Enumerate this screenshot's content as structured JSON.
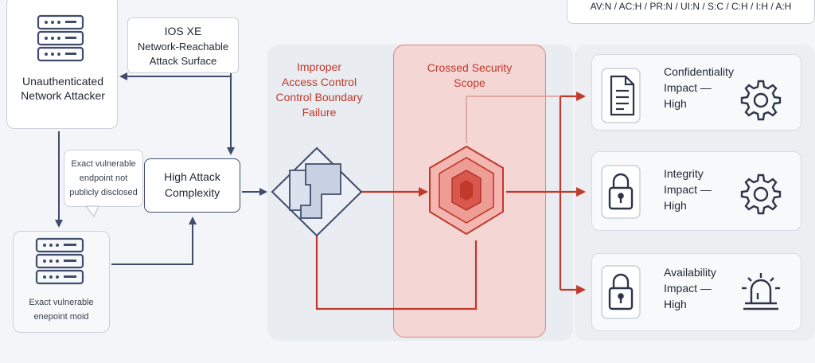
{
  "cvss_vector": "AV:N / AC:H / PR:N / UI:N / S:C / C:H / I:H / A:H",
  "attacker": {
    "label": "Unauthenticated Network Attacker"
  },
  "ios_callout": {
    "line1": "IOS XE",
    "line2": "Network-Reachable",
    "line3": "Attack Surface"
  },
  "note_callout": {
    "line1": "Exact vulnerable",
    "line2": "endpoint not",
    "line3": "publicly disclosed"
  },
  "complexity": {
    "line1": "High Attack",
    "line2": "Complexity"
  },
  "endpoint_box": {
    "line1": "Exact vulnerable",
    "line2": "enepoint moid"
  },
  "access_control": {
    "line1": "Improper",
    "line2": "Access Control",
    "line3": "Control Boundary",
    "line4": "Failure"
  },
  "scope": {
    "line1": "Crossed Security",
    "line2": "Scope"
  },
  "impacts": [
    {
      "line1": "Confidentiality",
      "line2": "Impact —",
      "line3": "High",
      "left_icon": "document-icon",
      "right_icon": "gear-icon"
    },
    {
      "line1": "Integrity",
      "line2": "Impact —",
      "line3": "High",
      "left_icon": "lock-icon",
      "right_icon": "gear-icon"
    },
    {
      "line1": "Availability",
      "line2": "Impact —",
      "line3": "High",
      "left_icon": "lock-icon",
      "right_icon": "alarm-icon"
    }
  ],
  "colors": {
    "accent_red": "#c0392b",
    "navy": "#3f4c6b",
    "panel": "#e9ecf1"
  }
}
